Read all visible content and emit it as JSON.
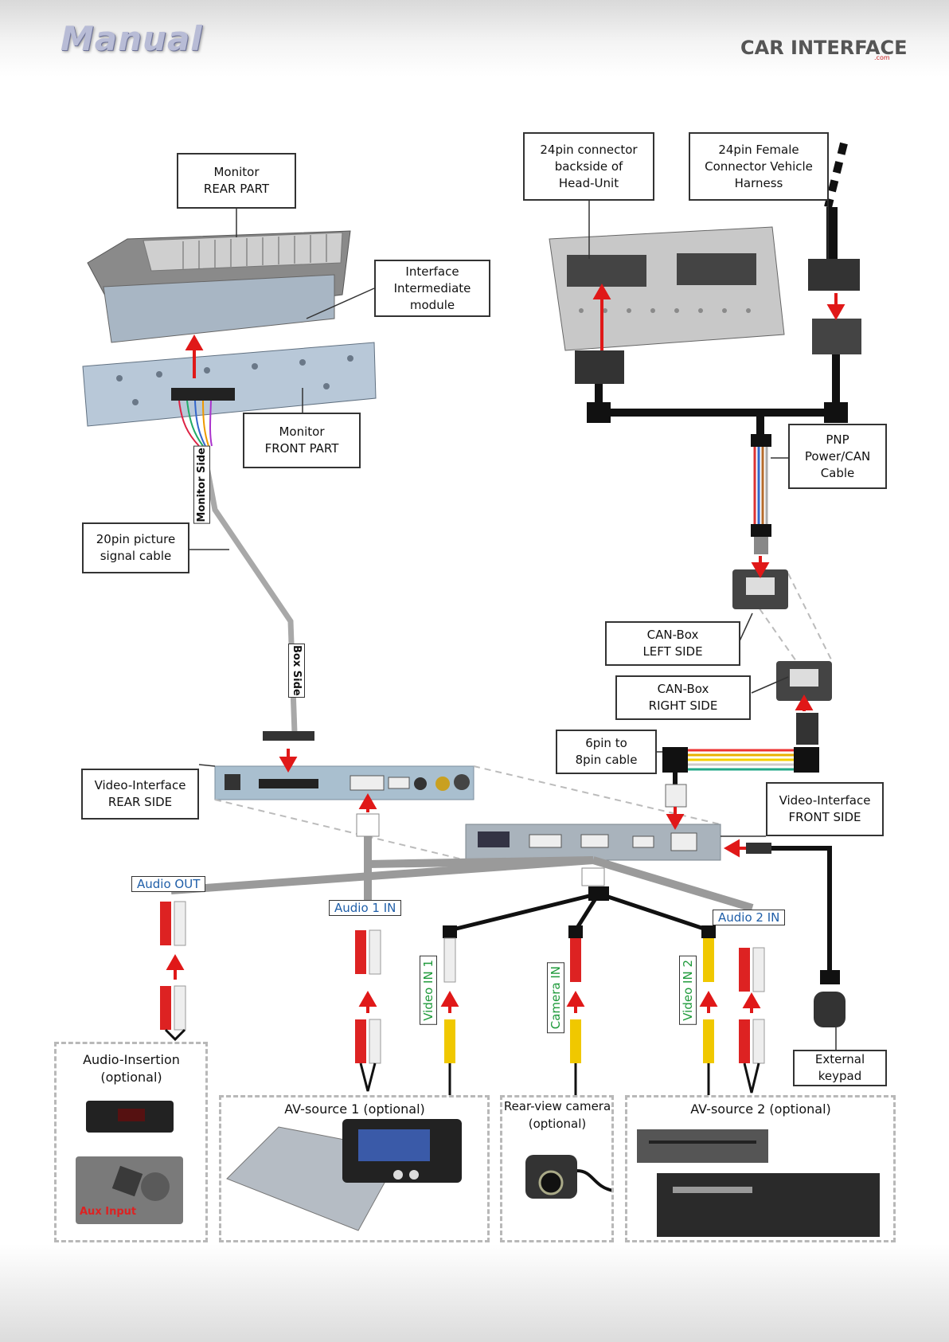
{
  "header": {
    "title": "Manual",
    "logo_text": "CAR INTERFACE",
    "logo_suffix": ".com"
  },
  "labels": {
    "monitor_rear": "Monitor\nREAR PART",
    "interface_module": "Interface\nIntermediate\nmodule",
    "monitor_front": "Monitor\nFRONT PART",
    "picture_cable": "20pin picture\nsignal cable",
    "connector_headunit": "24pin connector\nbackside of\nHead-Unit",
    "connector_female": "24pin Female\nConnector Vehicle\nHarness",
    "pnp_cable": "PNP\nPower/CAN\nCable",
    "canbox_left": "CAN-Box\nLEFT SIDE",
    "canbox_right": "CAN-Box\nRIGHT SIDE",
    "pin_cable": "6pin to\n8pin cable",
    "video_rear": "Video-Interface\nREAR SIDE",
    "video_front": "Video-Interface\nFRONT SIDE",
    "external_keypad": "External\nkeypad"
  },
  "cable_labels": {
    "monitor_side": "Monitor Side",
    "box_side": "Box Side"
  },
  "ports": {
    "audio_out": "Audio OUT",
    "audio1_in": "Audio 1 IN",
    "audio2_in": "Audio 2 IN",
    "video_in1": "Video IN 1",
    "camera_in": "Camera IN",
    "video_in2": "Video IN 2"
  },
  "sources": {
    "audio_insertion": "Audio-Insertion\n(optional)",
    "aux_input": "Aux Input",
    "av_source1": "AV-source 1 (optional)",
    "rear_camera": "Rear-view camera\n(optional)",
    "av_source2": "AV-source 2 (optional)"
  },
  "colors": {
    "arrow": "#e01818",
    "cable_gray": "#9a9a9a",
    "cable_black": "#111111",
    "port_text": "#1f5ea8",
    "video_text": "#1e9a3a"
  }
}
